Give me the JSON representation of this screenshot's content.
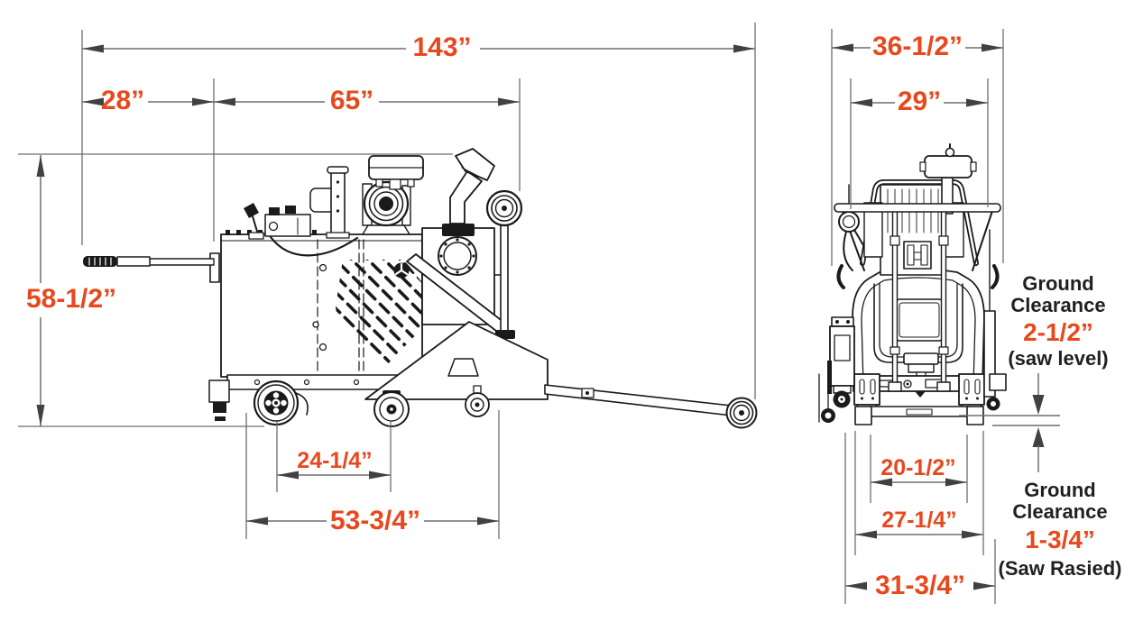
{
  "colors": {
    "background": "#ffffff",
    "dimension_text": "#e8481d",
    "dimension_line": "#6d6e71",
    "arrowhead": "#414042",
    "drawing_line": "#1a1a1a",
    "note_text": "#231f20"
  },
  "side_view": {
    "dimensions": {
      "overall_length": "143”",
      "handle_length": "28”",
      "body_length": "65”",
      "overall_height": "58-1/2”",
      "wheel_track": "24-1/4”",
      "frame_length": "53-3/4”"
    }
  },
  "rear_view": {
    "dimensions": {
      "overall_width": "36-1/2”",
      "handle_width": "29”",
      "inner_track_width": "20-1/2”",
      "outer_track_width": "27-1/4”",
      "base_width": "31-3/4”"
    },
    "ground_clearance_saw_level": {
      "label_line1": "Ground",
      "label_line2": "Clearance",
      "value": "2-1/2”",
      "note": "(saw level)"
    },
    "ground_clearance_saw_raised": {
      "label_line1": "Ground",
      "label_line2": "Clearance",
      "value": "1-3/4”",
      "note": "(Saw Rasied)"
    }
  }
}
